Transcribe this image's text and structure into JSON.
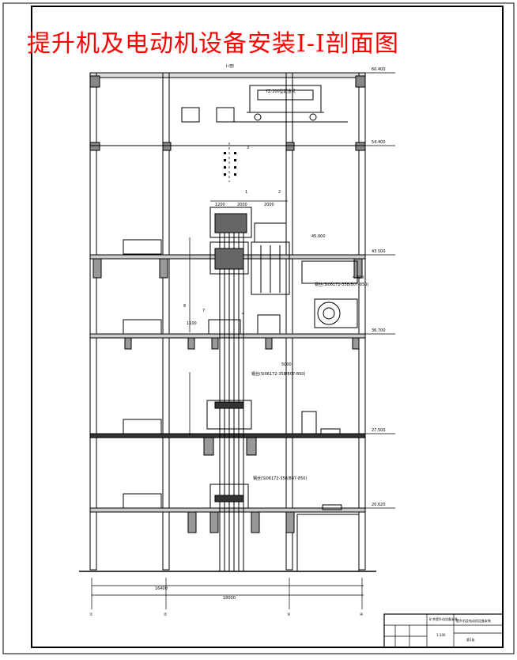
{
  "title": "提升机及电动机设备安装I-I剖面图",
  "view_label": "I-I剖",
  "elevations": [
    "60.400",
    "54.400",
    "43.500",
    "36.700",
    "27.500",
    "20.620"
  ],
  "callouts": [
    "1",
    "2",
    "3",
    "4",
    "7",
    "8"
  ],
  "equipment_labels": [
    "YZ-200型起重机",
    "45.000",
    "4.900",
    "钢丝(SI06172-358/807-850)",
    "钢丝(SI06172-358/807-850)",
    "钢丝(SI06172-358/807-850)"
  ],
  "dimensions": [
    "1200",
    "2000",
    "2000",
    "1100",
    "5000",
    "16400",
    "18000"
  ],
  "grid_axes": [
    "①",
    "②",
    "③",
    "④"
  ],
  "title_block": {
    "project": "矿井提升机设备安装",
    "drawing": "提升机及电动机设备安装",
    "scale": "1:100",
    "sheet": "第1张"
  }
}
